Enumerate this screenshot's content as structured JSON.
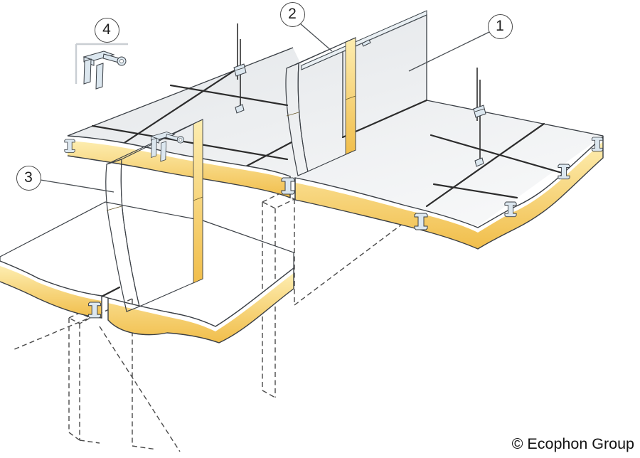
{
  "figure": {
    "type": "technical-illustration",
    "subject": "suspended-ceiling-installation",
    "copyright": "© Ecophon Group",
    "callouts": [
      {
        "number": "1",
        "target": "vertical-wall-panel"
      },
      {
        "number": "2",
        "target": "top-edge-profile"
      },
      {
        "number": "3",
        "target": "fascia-panel-edge"
      },
      {
        "number": "4",
        "target": "connector-bracket"
      }
    ],
    "icons": {
      "connector_bracket": "wall-bracket-with-eyelet",
      "j_channel": "edge-clip-profile",
      "suspension_rod": "adjustable-hanger-wire"
    },
    "colors": {
      "background": "#FFFFFF",
      "edge_yellow_deep": "#F1BE4B",
      "edge_yellow_light": "#FDEDB0",
      "panel_face_light": "#FFFDF2",
      "panel_face_warm": "#F8DA8C",
      "tile_grey_dark": "#E2E5E8",
      "tile_grey_light": "#F6F7F8",
      "metal_fill": "#DCE7EF",
      "outline_dark": "#3A3F45",
      "seam_dark": "#2C2C2C",
      "dashed_grey": "#4A4A4A"
    }
  }
}
